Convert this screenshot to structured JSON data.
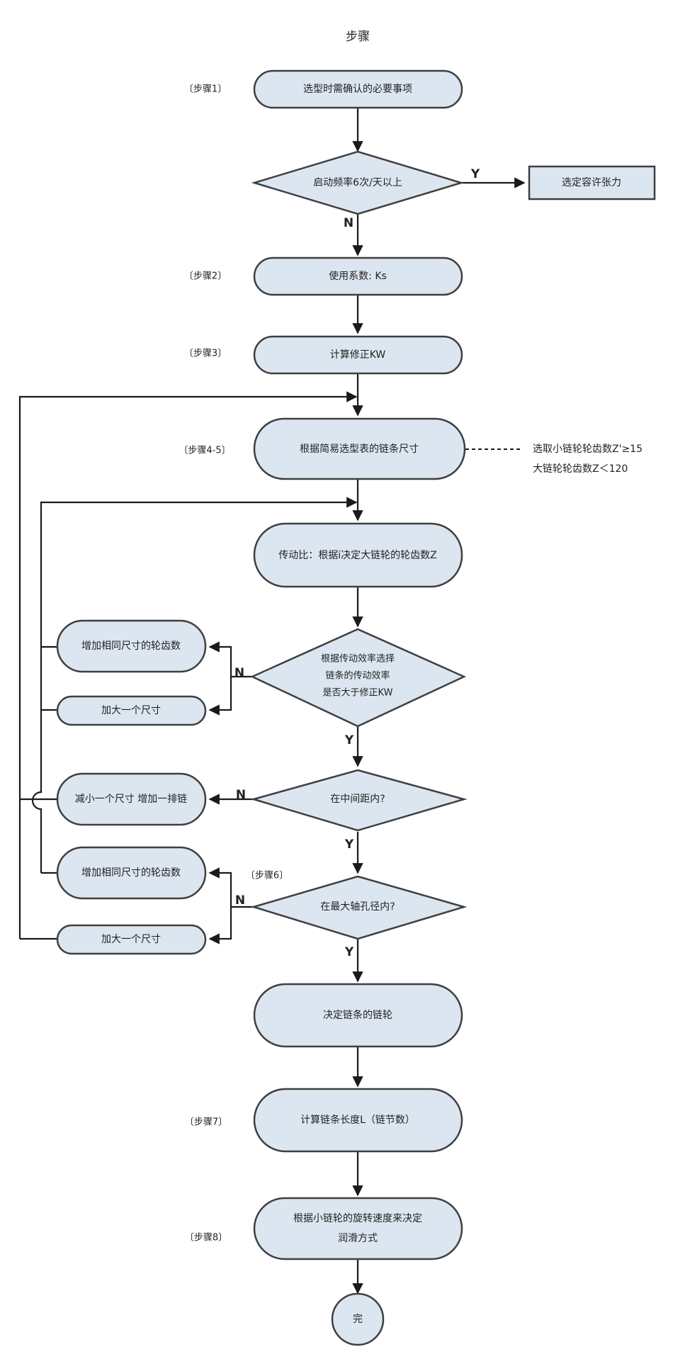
{
  "title": "步骤",
  "step_labels": {
    "s1": "〔步骤1〕",
    "s2": "〔步骤2〕",
    "s3": "〔步骤3〕",
    "s45": "〔步骤4-5〕",
    "s6": "〔步骤6〕",
    "s7": "〔步骤7〕",
    "s8": "〔步骤8〕"
  },
  "nodes": {
    "confirm": "选型时需确认的必要事项",
    "freq": "启动频率6次/天以上",
    "tension": "选定容许张力",
    "ks": "使用系数: Ks",
    "kw": "计算修正KW",
    "size": "根据简易选型表的链条尺寸",
    "ratio": "传动比：根据i决定大链轮的轮齿数Z",
    "eff_1": "根据传动效率选择",
    "eff_2": "链条的传动效率",
    "eff_3": "是否大于修正KW",
    "teeth_a": "增加相同尺寸的轮齿数",
    "bigger_a": "加大一个尺寸",
    "center": "在中间距内?",
    "reduce": "减小一个尺寸 增加一排链",
    "teeth_b": "增加相同尺寸的轮齿数",
    "bore": "在最大轴孔径内?",
    "bigger_b": "加大一个尺寸",
    "decide": "决定链条的链轮",
    "length": "计算链条长度L（链节数）",
    "lube_1": "根据小链轮的旋转速度来决定",
    "lube_2": "润滑方式",
    "end": "完"
  },
  "notes": {
    "line1": "选取小链轮轮齿数Z'≥15",
    "line2": "大链轮轮齿数Z＜120"
  },
  "branch": {
    "yes": "Y",
    "no": "N"
  }
}
